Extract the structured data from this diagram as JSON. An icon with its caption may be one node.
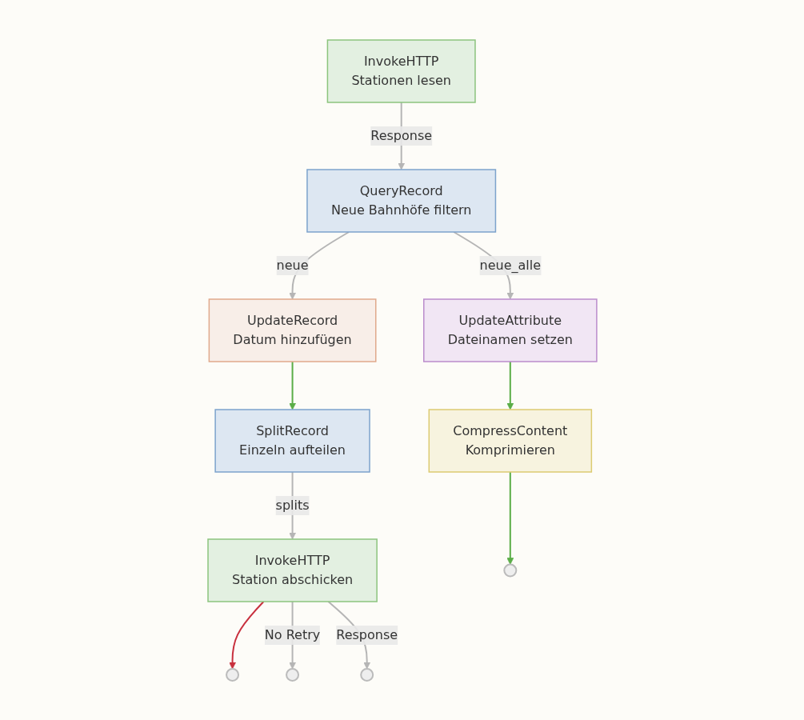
{
  "diagram": {
    "nodes": [
      {
        "text": [
          "InvokeHTTP",
          "Stationen lesen"
        ]
      },
      {
        "text": [
          "QueryRecord",
          "Neue Bahnhöfe filtern"
        ]
      },
      {
        "text": [
          "UpdateRecord",
          "Datum hinzufügen"
        ]
      },
      {
        "text": [
          "UpdateAttribute",
          "Dateinamen setzen"
        ]
      },
      {
        "text": [
          "SplitRecord",
          "Einzeln aufteilen"
        ]
      },
      {
        "text": [
          "CompressContent",
          "Komprimieren"
        ]
      },
      {
        "text": [
          "InvokeHTTP",
          "Station abschicken"
        ]
      },
      {
        "text": [],
        "shape": "circle"
      },
      {
        "text": [],
        "shape": "circle"
      },
      {
        "text": [],
        "shape": "circle"
      },
      {
        "text": [],
        "shape": "circle"
      }
    ],
    "edges": [
      {
        "from": 0,
        "to": 1,
        "arrow": "to",
        "label": "Response"
      },
      {
        "from": 1,
        "to": 2,
        "arrow": "to",
        "label": "neue"
      },
      {
        "from": 1,
        "to": 3,
        "arrow": "to",
        "label": "neue_alle"
      },
      {
        "from": 2,
        "to": 4,
        "arrow": "to",
        "color": "#5aad47"
      },
      {
        "from": 3,
        "to": 5,
        "arrow": "to",
        "color": "#5aad47"
      },
      {
        "from": 4,
        "to": 6,
        "arrow": "to",
        "label": "splits"
      },
      {
        "from": 6,
        "to": 7,
        "arrow": "to",
        "color": "#c8303e"
      },
      {
        "from": 5,
        "to": 8,
        "arrow": "to",
        "color": "#5aad47"
      },
      {
        "from": 6,
        "to": 9,
        "arrow": "to",
        "label": "No Retry"
      },
      {
        "from": 6,
        "to": 10,
        "arrow": "to",
        "label": "Response"
      }
    ]
  }
}
